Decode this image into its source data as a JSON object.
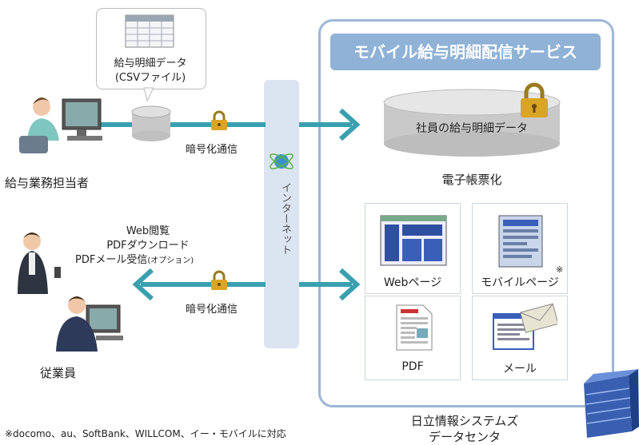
{
  "service": {
    "title": "モバイル給与明細配信サービス"
  },
  "csv": {
    "line1": "給与明細データ",
    "line2": "(CSVファイル)"
  },
  "payroll_staff": {
    "label": "給与業務担当者"
  },
  "employee": {
    "label": "従業員"
  },
  "encrypted_top": "暗号化通信",
  "encrypted_bottom": "暗号化通信",
  "internet": {
    "label": "インターネット"
  },
  "employee_features": {
    "line1": "Web閲覧",
    "line2": "PDFダウンロード",
    "line3": "PDFメール受信",
    "line3_small": "(オプション)"
  },
  "database": {
    "label": "社員の給与明細データ"
  },
  "electronic": {
    "label": "電子帳票化"
  },
  "cards": {
    "web": "Webページ",
    "mobile": "モバイルページ",
    "mobile_mark": "※",
    "pdf": "PDF",
    "mail": "メール"
  },
  "datacenter": {
    "line1": "日立情報システムズ",
    "line2": "データセンタ"
  },
  "footnote": "※docomo、au、SoftBank、WILLCOM、イー・モバイルに対応",
  "colors": {
    "arrow": "#3aa0b0",
    "frame": "#9db7d6",
    "title_bg": "#8fb2d6",
    "internet_bg": "#dbe5f1"
  }
}
